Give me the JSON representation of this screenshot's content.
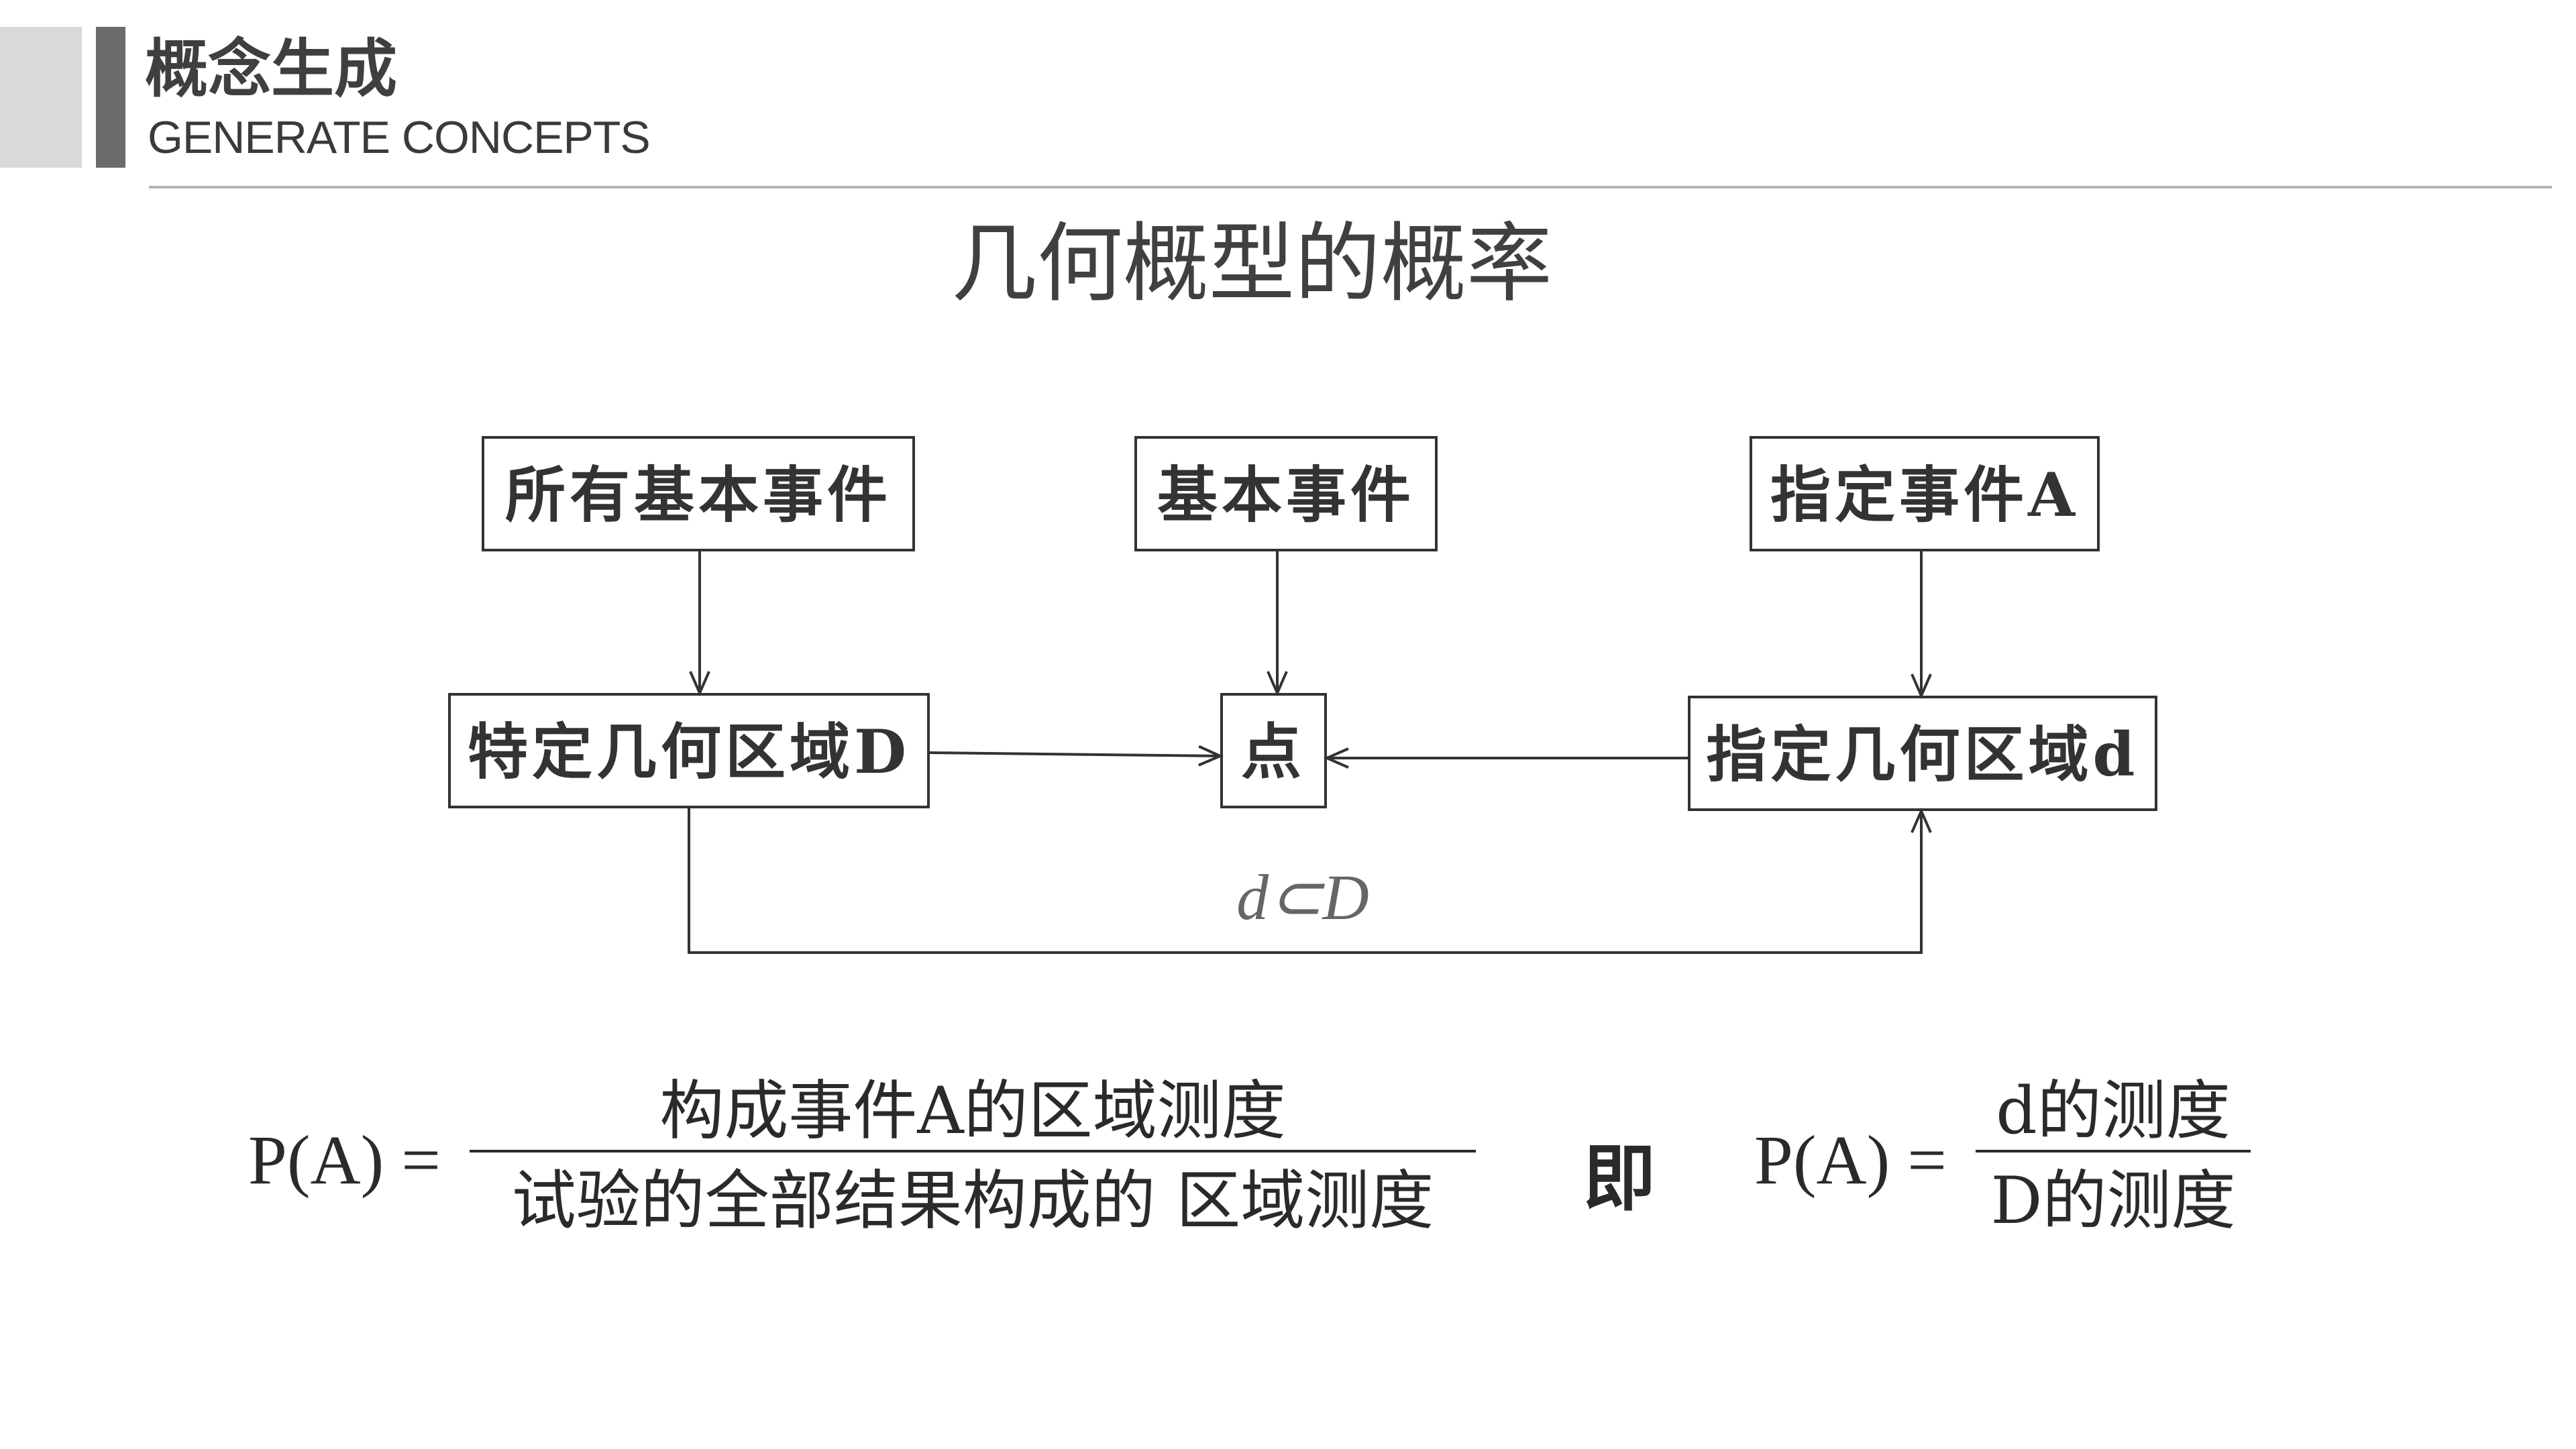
{
  "header": {
    "title_cn": "概念生成",
    "title_en": "GENERATE CONCEPTS"
  },
  "main_title": "几何概型的概率",
  "diagram": {
    "nodes": {
      "all_basic_events": "所有基本事件",
      "basic_event": "基本事件",
      "specified_event": "指定事件A",
      "specific_region": "特定几何区域D",
      "point": "点",
      "specified_region": "指定几何区域d"
    },
    "relation_label": "d⊂D"
  },
  "formula1": {
    "lhs": "P(A) =",
    "numerator": "构成事件A的区域测度",
    "denominator": "试验的全部结果构成的 区域测度"
  },
  "connector": "即",
  "formula2": {
    "lhs": "P(A) =",
    "numerator": "d的测度",
    "denominator": "D的测度"
  },
  "colors": {
    "deco_light": "#d9d9d9",
    "deco_dark": "#6b6b6b",
    "rule": "#b4b4b4",
    "text": "#404040"
  }
}
